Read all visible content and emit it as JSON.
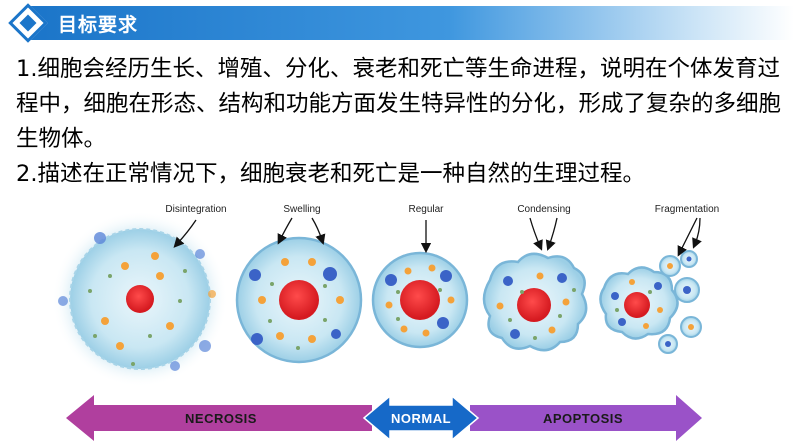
{
  "header": {
    "title": "目标要求"
  },
  "paragraphs": [
    "1.细胞会经历生长、增殖、分化、衰老和死亡等生命进程，说明在个体发育过程中，细胞在形态、结构和功能方面发生特异性的分化，形成了复杂的多细胞生物体。",
    "2.描述在正常情况下，细胞衰老和死亡是一种自然的生理过程。"
  ],
  "figure": {
    "stages": [
      "Disintegration",
      "Swelling",
      "Regular",
      "Condensing",
      "Fragmentation"
    ],
    "bands": {
      "left": "NECROSIS",
      "middle": "NORMAL",
      "right": "APOPTOSIS"
    },
    "colors": {
      "necrosis": "#b03f9e",
      "normal": "#1669c8",
      "apoptosis": "#9a52c8",
      "nucleus": "#e8242a",
      "cytoplasm": "#bfe2f1",
      "membrane": "#7ab6d8",
      "organelle_orange": "#f4a23a",
      "organelle_blue": "#3b63c7"
    }
  }
}
